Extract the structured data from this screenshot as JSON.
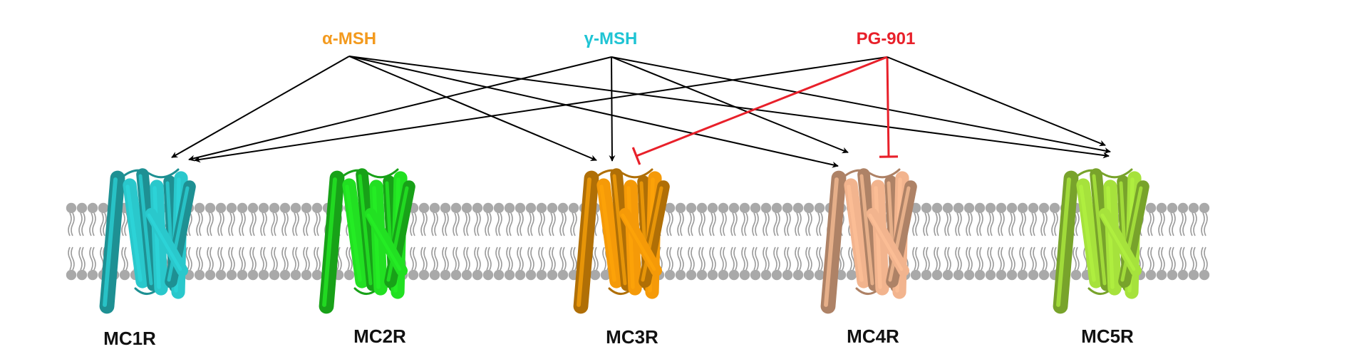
{
  "ligands": [
    {
      "id": "alpha",
      "label": "α-MSH",
      "color": "#f39a1e"
    },
    {
      "id": "gamma",
      "label": "γ-MSH",
      "color": "#1fc4d4"
    },
    {
      "id": "pg901",
      "label": "PG-901",
      "color": "#e8202a"
    }
  ],
  "receptors": [
    {
      "id": "mc1r",
      "label": "MC1R",
      "color": "#2ac8cc"
    },
    {
      "id": "mc2r",
      "label": "MC2R",
      "color": "#22e022"
    },
    {
      "id": "mc3r",
      "label": "MC3R",
      "color": "#f59a08"
    },
    {
      "id": "mc4r",
      "label": "MC4R",
      "color": "#f2b48e"
    },
    {
      "id": "mc5r",
      "label": "MC5R",
      "color": "#a6e23c"
    }
  ],
  "interactions": [
    {
      "from": "alpha",
      "to": "mc1r",
      "type": "agonist"
    },
    {
      "from": "alpha",
      "to": "mc3r",
      "type": "agonist"
    },
    {
      "from": "alpha",
      "to": "mc4r",
      "type": "agonist"
    },
    {
      "from": "alpha",
      "to": "mc5r",
      "type": "agonist"
    },
    {
      "from": "gamma",
      "to": "mc1r",
      "type": "agonist"
    },
    {
      "from": "gamma",
      "to": "mc3r",
      "type": "agonist"
    },
    {
      "from": "gamma",
      "to": "mc4r",
      "type": "agonist"
    },
    {
      "from": "gamma",
      "to": "mc5r",
      "type": "agonist"
    },
    {
      "from": "pg901",
      "to": "mc1r",
      "type": "agonist"
    },
    {
      "from": "pg901",
      "to": "mc3r",
      "type": "antagonist"
    },
    {
      "from": "pg901",
      "to": "mc4r",
      "type": "antagonist"
    },
    {
      "from": "pg901",
      "to": "mc5r",
      "type": "agonist"
    }
  ],
  "membrane": {
    "head_color": "#a9a9a9",
    "tail_color": "#9c9c9c"
  }
}
